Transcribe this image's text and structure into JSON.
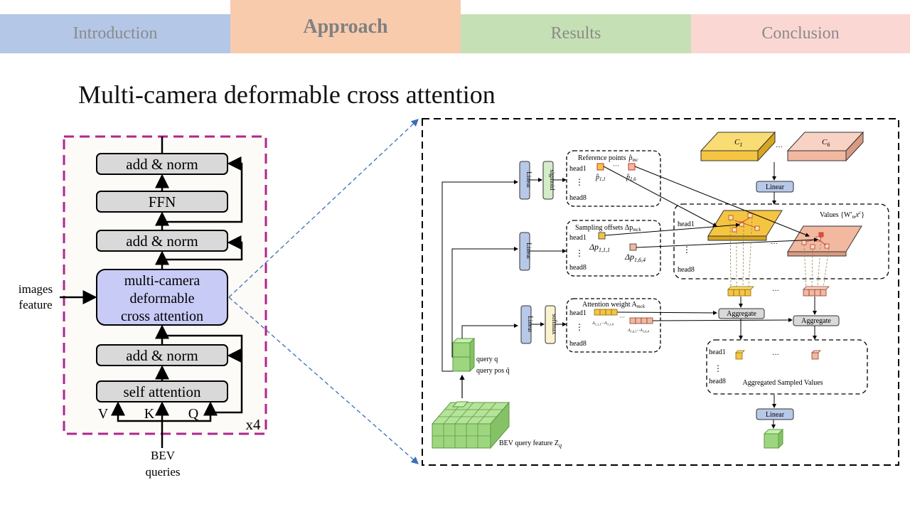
{
  "nav": {
    "tabs": [
      {
        "label": "Introduction",
        "color": "#b4c7e7",
        "active": false
      },
      {
        "label": "Approach",
        "color": "#f8cbad",
        "active": true
      },
      {
        "label": "Results",
        "color": "#c5e0b4",
        "active": false
      },
      {
        "label": "Conclusion",
        "color": "#fbd7d4",
        "active": false
      }
    ]
  },
  "slide": {
    "title": "Multi-camera deformable cross attention"
  },
  "encoder": {
    "blocks": {
      "add_norm": "add & norm",
      "ffn": "FFN",
      "mcdca_line1": "multi-camera",
      "mcdca_line2": "deformable",
      "mcdca_line3": "cross attention",
      "self_attention": "self attention"
    },
    "inputs": {
      "v": "V",
      "k": "K",
      "q": "Q"
    },
    "repeat": "x4",
    "images_feature_line1": "images",
    "images_feature_line2": "feature",
    "bev_queries_line1": "BEV",
    "bev_queries_line2": "queries",
    "colors": {
      "frame": "#b0268f",
      "block": "#d9d9d9",
      "attention": "#c9cbf7"
    }
  },
  "detail": {
    "linear": "Linear",
    "sigmoid": "sigmoid",
    "softmax": "softmax",
    "reference_points": "Reference points",
    "p_hat_mc": "p̂",
    "p_hat_sub": "mc",
    "p11": "p̂",
    "p11_sub": "1,1",
    "p16": "p̂",
    "p16_sub": "1,6",
    "sampling_offsets": "Sampling offsets Δp",
    "sampling_sub": "mck",
    "dp111": "Δp",
    "dp111_sub": "1,1,1",
    "dp164": "Δp",
    "dp164_sub": "1,6,4",
    "attention_weight": "Attention weight A",
    "attention_sub": "mck",
    "a_left": "A",
    "a_left_sub": "1,1,1",
    "a_left_dots": "···",
    "a_left2": "A",
    "a_left2_sub": "1,1,4",
    "a_right": "A",
    "a_right_sub": "1,6,1",
    "a_right_dots": "···",
    "a_right2": "A",
    "a_right2_sub": "1,6,4",
    "head1": "head1",
    "head8": "head8",
    "dots_v": "⋮",
    "dots_h": "···",
    "camera_c1": "C",
    "camera_c1_sub": "1",
    "camera_c6": "C",
    "camera_c6_sub": "6",
    "values_label": "Values {W′",
    "values_sub": "m",
    "values_tail": "x",
    "values_sup": "c",
    "values_end": "}",
    "aggregate": "Aggregate",
    "aggregated_values": "Aggregated Sampled Values",
    "query_q": "query q",
    "query_pos": "query pos q̃",
    "bev_query_feature": "BEV query feature Z",
    "bev_query_sub": "q",
    "colors": {
      "linear": "#b8c8e8",
      "sigmoid": "#d4edc9",
      "softmax": "#fbf2cf",
      "yellow": "#f5c542",
      "salmon": "#f2b8a0",
      "green": "#9ed67f",
      "aggregate": "#d9d9d9"
    }
  }
}
